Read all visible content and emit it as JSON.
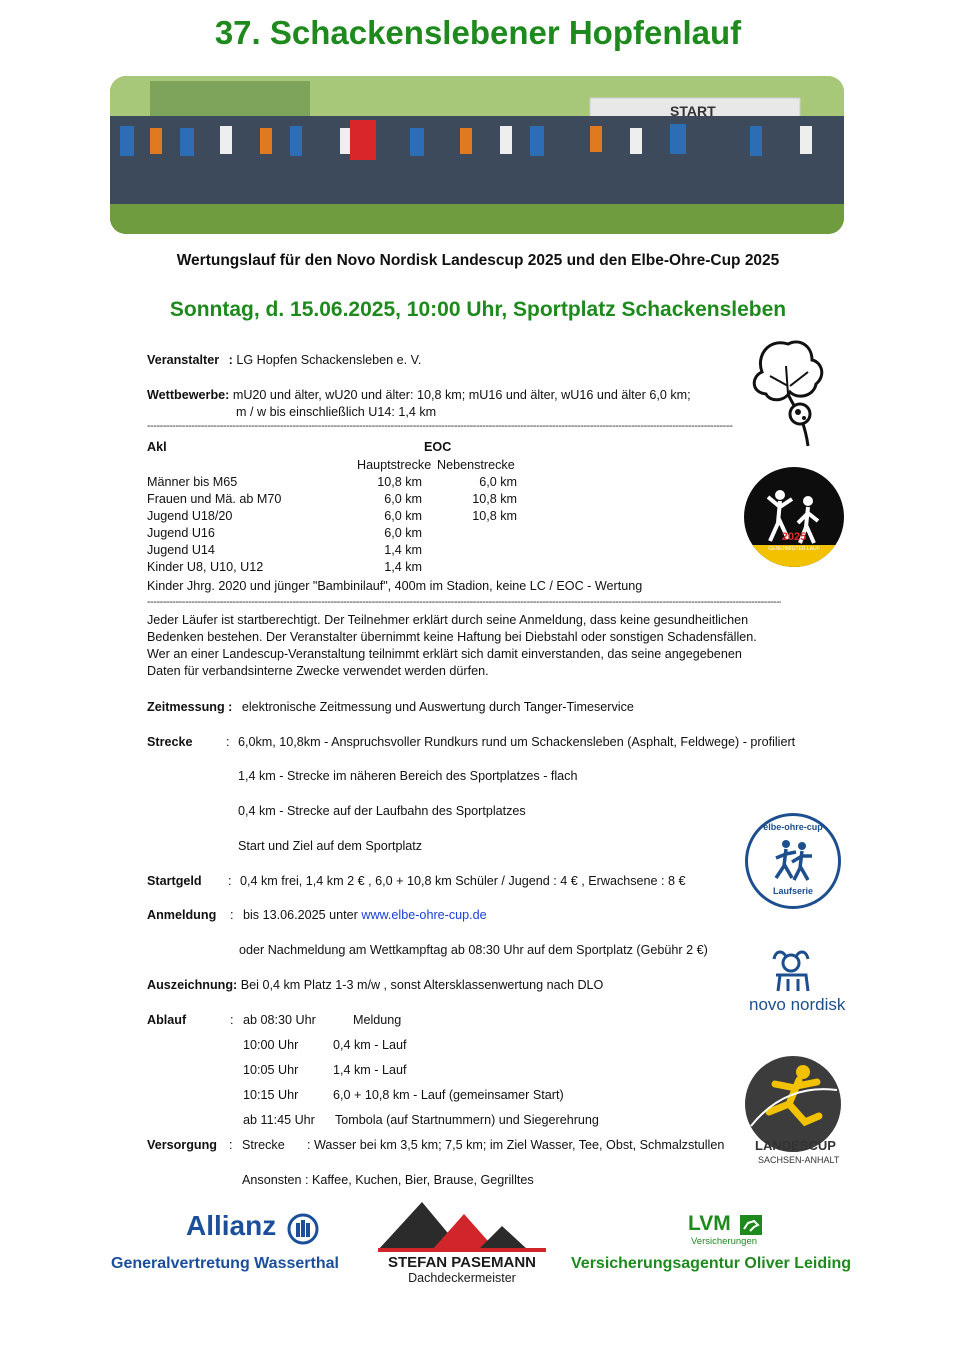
{
  "title": "37. Schackenslebener Hopfenlauf",
  "subtitle": "Wertungslauf für den Novo Nordisk Landescup 2025 und den Elbe-Ohre-Cup 2025",
  "dateline": "Sonntag, d. 15.06.2025, 10:00 Uhr, Sportplatz Schackensleben",
  "photo_banner": {
    "start_text": "START"
  },
  "veranstalter": {
    "label": "Veranstalter",
    "sep": ":",
    "value": "LG Hopfen Schackensleben e. V."
  },
  "wettbewerbe": {
    "label": "Wettbewerbe:",
    "line1": "mU20 und älter, wU20 und älter: 10,8 km; mU16 und älter, wU16 und älter 6,0 km;",
    "line2": "m / w bis einschließlich U14: 1,4 km"
  },
  "table": {
    "col_akl": "Akl",
    "col_eoc": "EOC",
    "col_haupt": "Hauptstrecke",
    "col_neben": "Nebenstrecke",
    "rows": [
      {
        "akl": "Männer bis M65",
        "haupt": "10,8 km",
        "neben": "6,0 km"
      },
      {
        "akl": "Frauen und Mä. ab M70",
        "haupt": "6,0 km",
        "neben": "10,8 km"
      },
      {
        "akl": "Jugend U18/20",
        "haupt": "6,0 km",
        "neben": "10,8 km"
      },
      {
        "akl": "Jugend U16",
        "haupt": "6,0 km",
        "neben": ""
      },
      {
        "akl": "Jugend U14",
        "haupt": "1,4 km",
        "neben": ""
      },
      {
        "akl": "Kinder U8, U10, U12",
        "haupt": "1,4 km",
        "neben": ""
      }
    ],
    "bambini": "Kinder Jhrg. 2020 und jünger \"Bambinilauf\", 400m im Stadion, keine LC / EOC - Wertung"
  },
  "disclaimer": [
    "Jeder Läufer ist startberechtigt. Der Teilnehmer erklärt durch seine Anmeldung, dass keine gesundheitlichen",
    "Bedenken bestehen. Der Veranstalter übernimmt keine Haftung bei Diebstahl oder sonstigen Schadensfällen.",
    "Wer an einer Landescup-Veranstaltung teilnimmt erklärt sich damit einverstanden, das seine angegebenen",
    "Daten für verbandsinterne Zwecke verwendet werden dürfen."
  ],
  "zeitmessung": {
    "label": "Zeitmessung :",
    "value": "elektronische Zeitmessung und Auswertung durch Tanger-Timeservice"
  },
  "strecke": {
    "label": "Strecke",
    "sep": ":",
    "line1": "6,0km, 10,8km - Anspruchsvoller Rundkurs rund um Schackensleben (Asphalt, Feldwege) - profiliert",
    "line2": "1,4 km - Strecke im näheren Bereich des Sportplatzes - flach",
    "line3": "0,4 km - Strecke auf der Laufbahn des Sportplatzes",
    "line4": "Start und Ziel auf dem Sportplatz"
  },
  "startgeld": {
    "label": "Startgeld",
    "sep": ":",
    "value": "0,4 km frei, 1,4 km  2 € , 6,0 + 10,8 km Schüler / Jugend : 4 € , Erwachsene : 8 €"
  },
  "anmeldung": {
    "label": "Anmeldung",
    "sep": ":",
    "prefix": "bis 13.06.2025 unter",
    "link": "www.elbe-ohre-cup.de",
    "line2": "oder Nachmeldung am Wettkampftag ab 08:30 Uhr auf dem Sportplatz (Gebühr 2 €)"
  },
  "auszeichnung": {
    "label": "Auszeichnung:",
    "value": "Bei 0,4 km Platz 1-3 m/w , sonst Altersklassenwertung nach DLO"
  },
  "ablauf": {
    "label": "Ablauf",
    "sep": ":",
    "items": [
      {
        "time": "ab 08:30 Uhr",
        "text": "Meldung"
      },
      {
        "time": "10:00 Uhr",
        "text": "0,4 km - Lauf"
      },
      {
        "time": "10:05 Uhr",
        "text": "1,4 km - Lauf"
      },
      {
        "time": "10:15 Uhr",
        "text": "6,0 + 10,8 km - Lauf (gemeinsamer Start)"
      },
      {
        "time": "ab 11:45 Uhr",
        "text": "Tombola (auf Startnummern) und Siegerehrung"
      }
    ]
  },
  "versorgung": {
    "label": "Versorgung",
    "sep": ":",
    "strecke_label": "Strecke",
    "strecke_value": ":  Wasser bei km 3,5 km; 7,5 km; im Ziel Wasser, Tee, Obst, Schmalzstullen",
    "ansonsten": "Ansonsten  :  Kaffee, Kuchen, Bier, Brause, Gegrilltes"
  },
  "side_logos": {
    "badge_year": "2025",
    "badge_text": "GENEHMIGTER LAUF",
    "eoc_ring_top": "elbe-ohre-cup",
    "eoc_ring_bottom": "Laufserie",
    "novo": "novo nordisk",
    "landescup_1": "LANDESCUP",
    "landescup_2": "SACHSEN-ANHALT"
  },
  "sponsors": {
    "allianz_logo": "Allianz",
    "allianz_name": "Generalvertretung Wasserthal",
    "pasemann_name": "STEFAN PASEMANN",
    "pasemann_sub": "Dachdeckermeister",
    "lvm_logo": "LVM",
    "lvm_sub": "Versicherungen",
    "lvm_name": "Versicherungsagentur Oliver Leiding"
  },
  "colors": {
    "green": "#1e8a1e",
    "link": "#1a3fd6",
    "allianz_blue": "#1b4f9c",
    "pasemann_red": "#d0262b"
  }
}
